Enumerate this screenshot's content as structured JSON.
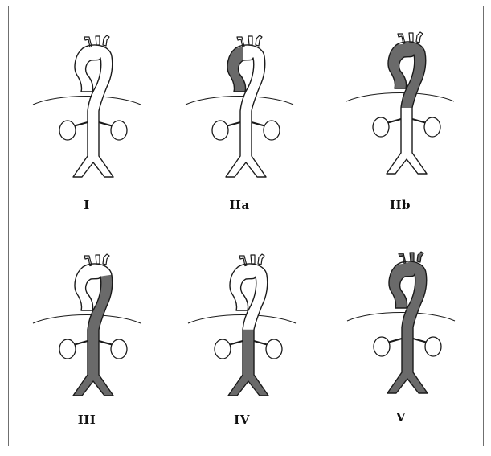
{
  "diagram": {
    "colors": {
      "outline": "#1a1a1a",
      "affected": "#6a6a6a",
      "normal": "#ffffff",
      "frame": "#6f6f6f"
    },
    "panels": [
      {
        "label": "I",
        "affected_segments": []
      },
      {
        "label": "IIa",
        "affected_segments": [
          "ascending-aorta"
        ]
      },
      {
        "label": "IIb",
        "affected_segments": [
          "ascending-aorta",
          "aortic-arch",
          "descending-thoracic-aorta"
        ]
      },
      {
        "label": "III",
        "affected_segments": [
          "descending-thoracic-aorta",
          "abdominal-aorta",
          "iliac-arteries"
        ]
      },
      {
        "label": "IV",
        "affected_segments": [
          "abdominal-aorta",
          "iliac-arteries"
        ]
      },
      {
        "label": "V",
        "affected_segments": [
          "ascending-aorta",
          "aortic-arch",
          "descending-thoracic-aorta",
          "abdominal-aorta",
          "iliac-arteries",
          "arch-branches"
        ]
      }
    ]
  }
}
